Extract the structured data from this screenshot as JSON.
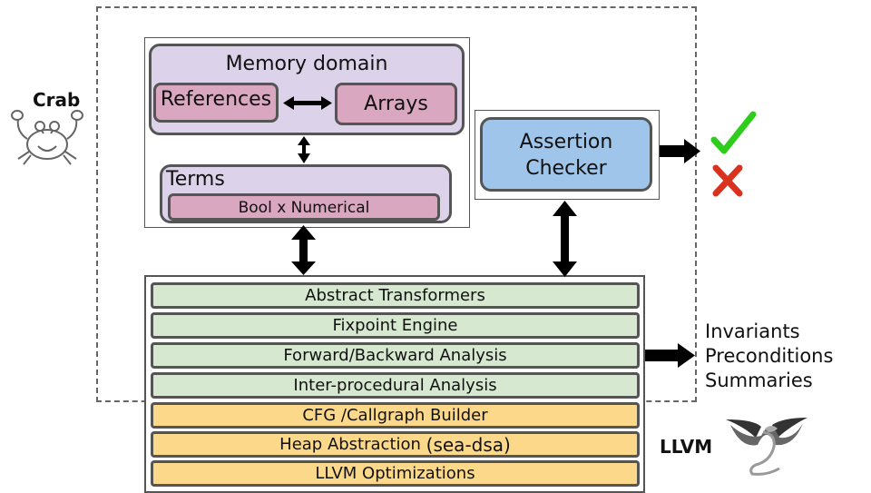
{
  "crab": {
    "label": "Crab",
    "icon": "crab-icon"
  },
  "memory": {
    "title": "Memory domain",
    "references": "References",
    "arrays": "Arrays",
    "terms": "Terms",
    "bool_numerical": "Bool x Numerical"
  },
  "assertion_checker": "Assertion Checker",
  "results": {
    "pass_icon": "check-icon",
    "fail_icon": "cross-icon"
  },
  "layers": [
    "Abstract Transformers",
    "Fixpoint Engine",
    "Forward/Backward Analysis",
    "Inter-procedural Analysis",
    "CFG /Callgraph Builder",
    "Heap Abstraction ",
    "LLVM Optimizations"
  ],
  "heap_suffix": "(sea-dsa)",
  "outputs": [
    "Invariants",
    "Preconditions",
    "Summaries"
  ],
  "llvm": {
    "label": "LLVM",
    "icon": "llvm-dragon-icon"
  },
  "colors": {
    "lavender": "#dcd3ea",
    "pink": "#d9a7c0",
    "blue": "#9fc6ea",
    "green": "#d7e8d1",
    "yellow": "#fcd98a",
    "check": "#2ecc1b",
    "cross": "#d9321e"
  }
}
